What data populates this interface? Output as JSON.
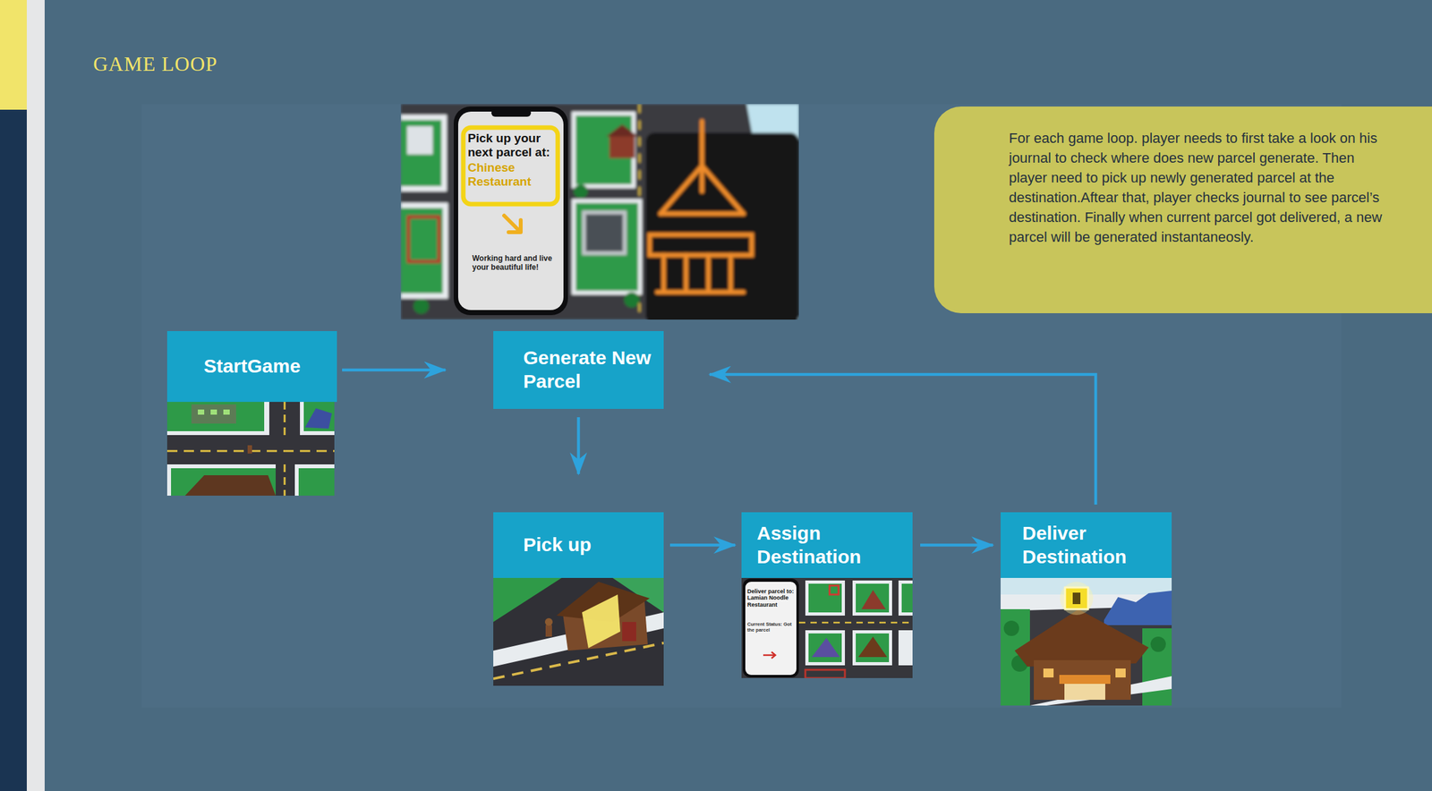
{
  "diagram": {
    "title": "GAME LOOP",
    "nodes": [
      {
        "text": [
          "For each game loop. player needs to first take a look on his journal to check where does new parcel generate. Then player need to pick up newly generated parcel at the destination.Aftear that, player checks journal to see parcel’s destination. Finally when current parcel got delivered, a new parcel will be generated instantaneosly."
        ]
      },
      {
        "text": [
          "StartGame"
        ]
      },
      {
        "text": [
          "Generate New Parcel"
        ]
      },
      {
        "text": [
          "Pick up"
        ]
      },
      {
        "text": [
          "Assign Destination"
        ]
      },
      {
        "text": [
          "Deliver Destination"
        ]
      }
    ],
    "edges": [
      {
        "from": 1,
        "to": 2,
        "arrow": "to"
      },
      {
        "from": 2,
        "to": 3,
        "arrow": "to"
      },
      {
        "from": 3,
        "to": 4,
        "arrow": "to"
      },
      {
        "from": 4,
        "to": 5,
        "arrow": "to"
      },
      {
        "from": 5,
        "to": 2,
        "arrow": "to"
      }
    ],
    "labels": [
      "Pick up your next parcel at:",
      "Chinese Restaurant",
      "Working hard and live your beautiful life!",
      "Deliver parcel to: Lamian Noodle Restaurant",
      "Current Status: Got the parcel"
    ]
  }
}
